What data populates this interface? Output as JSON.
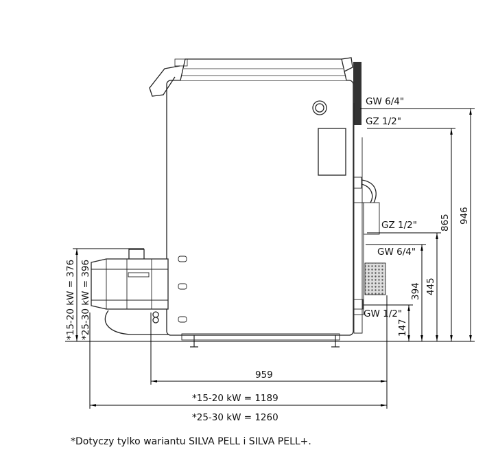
{
  "connections": {
    "top_gw": "GW 6/4\"",
    "top_gz": "GZ 1/2\"",
    "mid_gz": "GZ 1/2\"",
    "mid_gw": "GW 6/4\"",
    "bottom_gw": "GW 1/2\""
  },
  "dimensions": {
    "height_total": "946",
    "height_gz_top": "865",
    "height_gz_mid": "445",
    "height_gw_mid": "394",
    "height_gw_bottom": "147",
    "burner_height_1": "*15-20 kW = 376",
    "burner_height_2": "*25-30 kW = 396",
    "depth": "959",
    "length_1": "*15-20 kW = 1189",
    "length_2": "*25-30 kW = 1260"
  },
  "footnote": "*Dotyczy tylko wariantu SILVA PELL i SILVA PELL+."
}
